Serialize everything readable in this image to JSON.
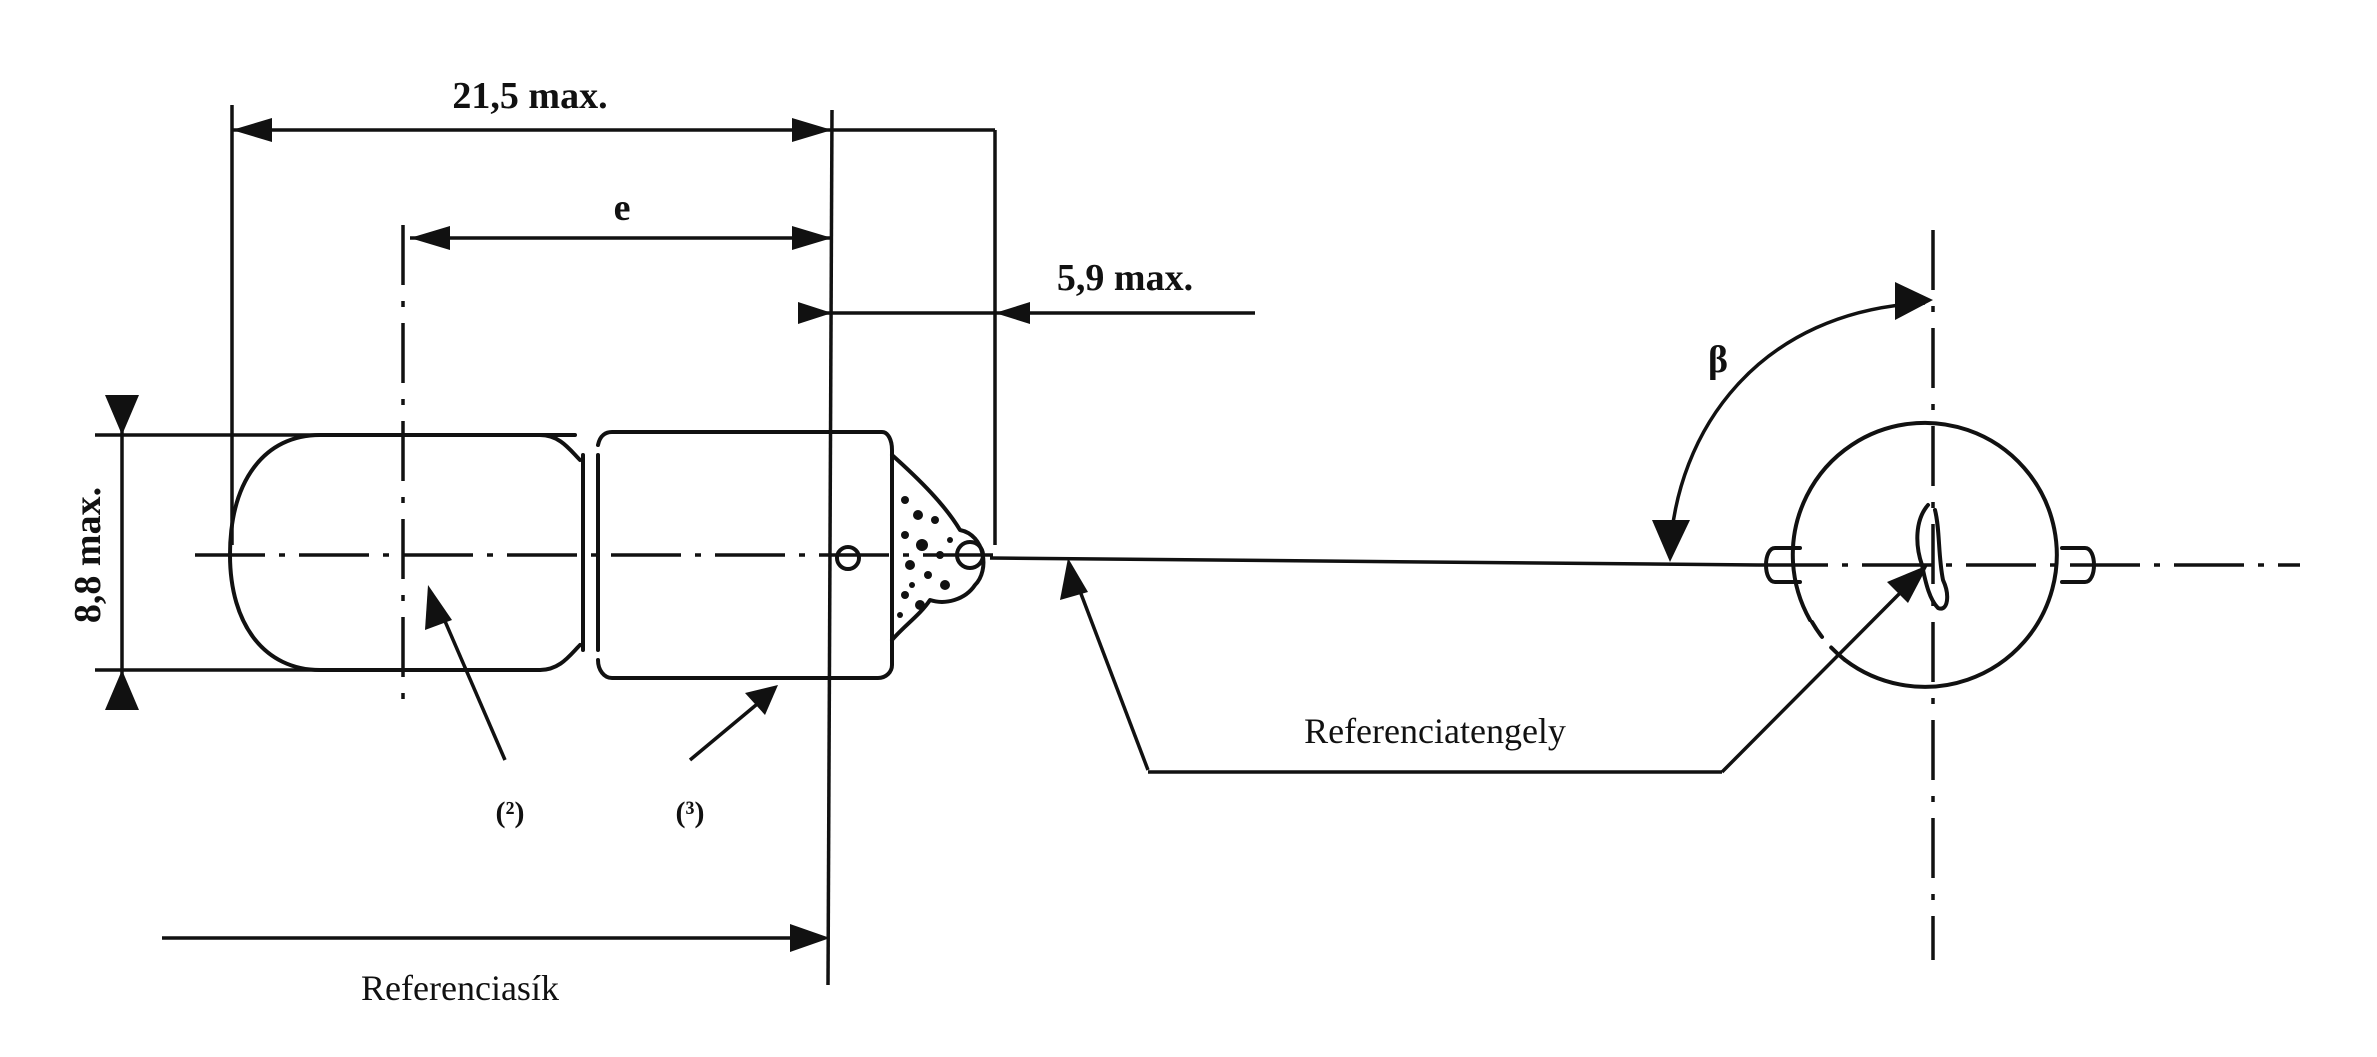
{
  "dimensions": {
    "overall_length": "21,5 max.",
    "e": "e",
    "cap_length": "5,9 max.",
    "diameter": "8,8 max.",
    "angle": "β"
  },
  "notes": {
    "note2": "(²)",
    "note3": "(³)"
  },
  "labels": {
    "reference_axis": "Referenciatengely",
    "reference_plane": "Referenciasík"
  }
}
